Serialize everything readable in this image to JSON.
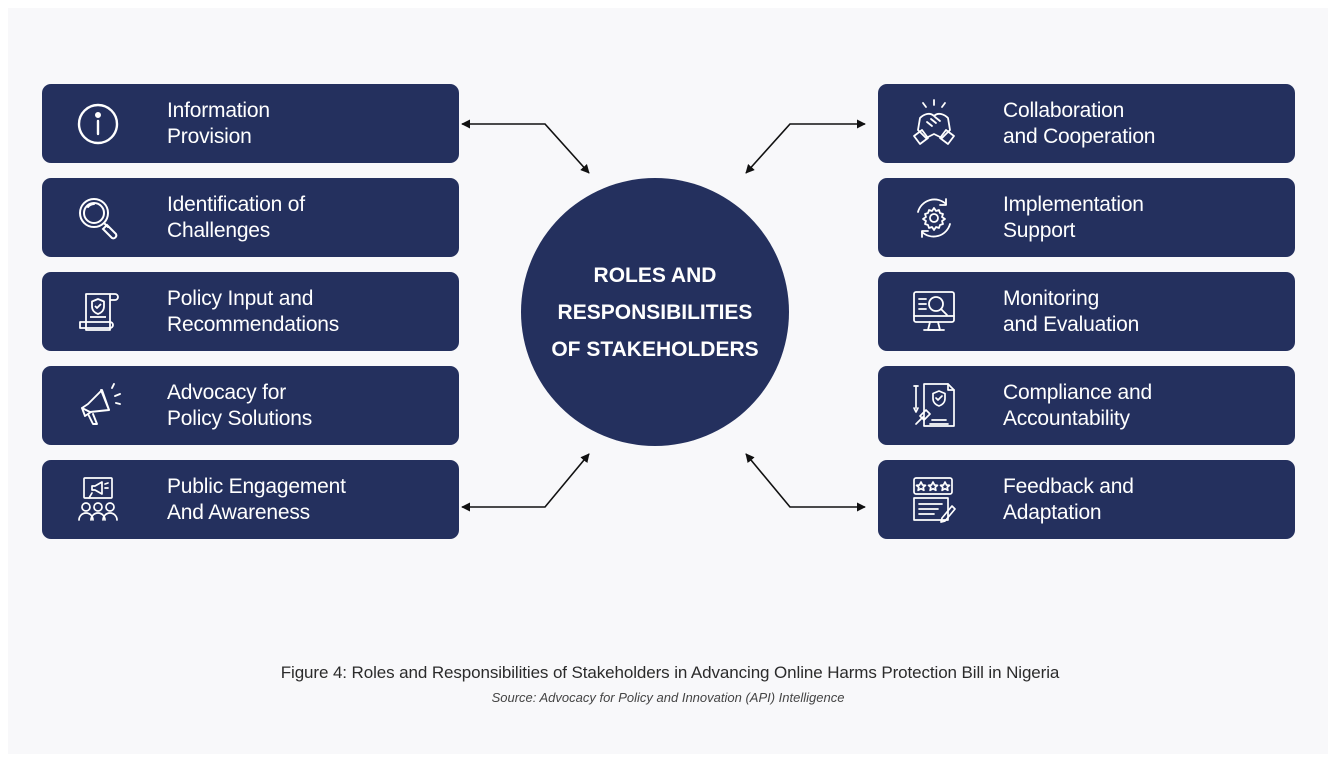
{
  "center": {
    "lines": [
      "ROLES AND",
      "RESPONSIBILITIES",
      "OF STAKEHOLDERS"
    ]
  },
  "left_items": [
    {
      "icon": "info-icon",
      "lines": [
        "Information",
        "Provision"
      ]
    },
    {
      "icon": "magnifier-icon",
      "lines": [
        "Identification of",
        "Challenges"
      ]
    },
    {
      "icon": "policy-document-icon",
      "lines": [
        "Policy Input and",
        "Recommendations"
      ]
    },
    {
      "icon": "megaphone-icon",
      "lines": [
        "Advocacy for",
        "Policy Solutions"
      ]
    },
    {
      "icon": "public-engagement-icon",
      "lines": [
        "Public Engagement",
        "And Awareness"
      ]
    }
  ],
  "right_items": [
    {
      "icon": "handshake-icon",
      "lines": [
        "Collaboration",
        "and Cooperation"
      ]
    },
    {
      "icon": "gear-cycle-icon",
      "lines": [
        "Implementation",
        "Support"
      ]
    },
    {
      "icon": "monitor-search-icon",
      "lines": [
        "Monitoring",
        "and Evaluation"
      ]
    },
    {
      "icon": "compliance-gavel-icon",
      "lines": [
        "Compliance and",
        "Accountability"
      ]
    },
    {
      "icon": "feedback-stars-icon",
      "lines": [
        "Feedback and",
        "Adaptation"
      ]
    }
  ],
  "caption": "Figure 4: Roles and Responsibilities of Stakeholders in Advancing Online Harms Protection Bill in Nigeria",
  "source": "Source: Advocacy for Policy and Innovation (API) Intelligence",
  "colors": {
    "card": "#24305e",
    "text": "#ffffff",
    "background": "#f8f8fa"
  }
}
